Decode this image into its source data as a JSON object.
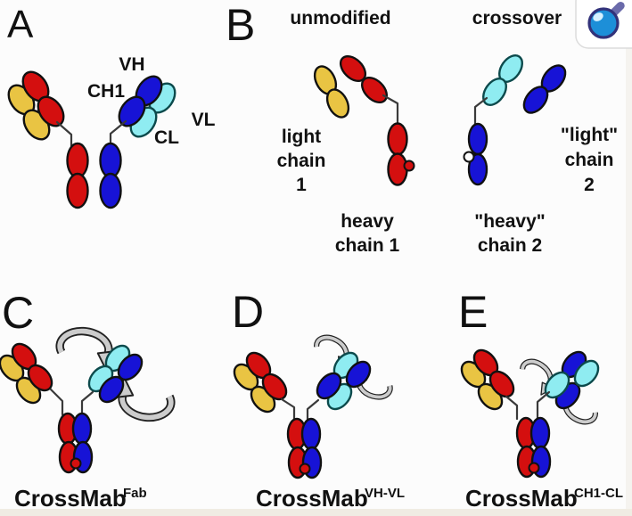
{
  "palette": {
    "background": "#fcfcfc",
    "red": "#d40f0f",
    "yellow": "#e9c443",
    "blue": "#1713d6",
    "cyan": "#8fecf1",
    "cyan_stroke": "#0c4a4c",
    "outline": "#111111",
    "hinge": "#3a3a3a",
    "text": "#111111",
    "arrow_fill": "#cccccc",
    "arrow_outline": "#222222",
    "footer_strip": "#f0ece3",
    "side_strip": "#f5f3ef",
    "logo_blue": "#1d8fd8",
    "logo_highlight": "#d6f1ff",
    "logo_ring": "#32327a",
    "logo_stem": "#6a6aaa",
    "logo_badge": "#ffffff",
    "logo_badge_border": "#dcdcdc"
  },
  "panels": {
    "a": {
      "letter": "A",
      "domain_labels": {
        "vh": "VH",
        "ch1": "CH1",
        "vl": "VL",
        "cl": "CL"
      }
    },
    "b": {
      "letter": "B",
      "columns": {
        "left": "unmodified",
        "right": "crossover"
      },
      "chain_labels": {
        "light_chain_1": [
          "light",
          "chain",
          "1"
        ],
        "heavy_chain_1": [
          "heavy",
          "chain 1"
        ],
        "heavy_chain_2": [
          "\"heavy\"",
          "chain 2"
        ],
        "light_chain_2": [
          "\"light\"",
          "chain",
          "2"
        ]
      }
    },
    "c": {
      "letter": "C",
      "caption": {
        "base": "CrossMab",
        "superscript": "Fab"
      }
    },
    "d": {
      "letter": "D",
      "caption": {
        "base": "CrossMab",
        "superscript": "VH-VL"
      }
    },
    "e": {
      "letter": "E",
      "caption": {
        "base": "CrossMab",
        "superscript": "CH1-CL"
      }
    }
  },
  "logo": {
    "icon": "magnifier-sphere-icon"
  }
}
